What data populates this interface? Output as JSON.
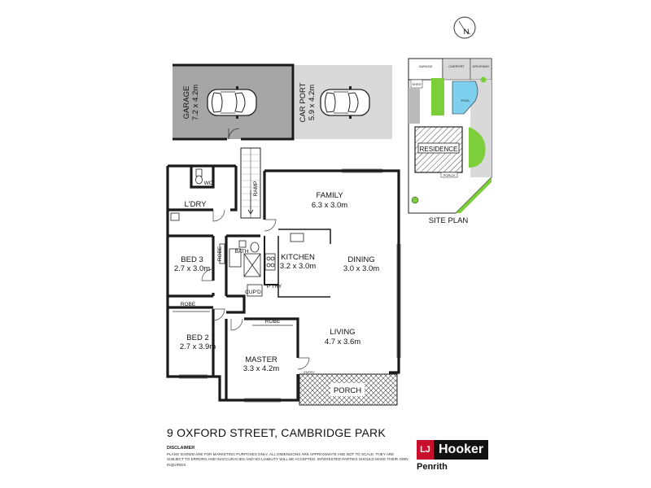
{
  "rooms": {
    "garage": {
      "name": "GARAGE",
      "size": "7.2 x 4.2m"
    },
    "carport": {
      "name": "CAR PORT",
      "size": "5.9 x 4.2m"
    },
    "family": {
      "name": "FAMILY",
      "size": "6.3 x 3.0m"
    },
    "laundry": {
      "name": "L'DRY"
    },
    "wc": {
      "name": "WC"
    },
    "ramp": {
      "name": "RAMP"
    },
    "bed3": {
      "name": "BED 3",
      "size": "2.7 x 3.0m"
    },
    "bath": {
      "name": "BATH"
    },
    "kitchen": {
      "name": "KITCHEN",
      "size": "3.2 x 3.0m"
    },
    "dining": {
      "name": "DINING",
      "size": "3.0 x 3.0m"
    },
    "cupd": {
      "name": "CUP'D"
    },
    "ptry": {
      "name": "P'TRY"
    },
    "robe_bed3": {
      "name": "ROBE"
    },
    "robe_bed2": {
      "name": "ROBE"
    },
    "robe_master": {
      "name": "ROBE"
    },
    "bed2": {
      "name": "BED 2",
      "size": "2.7 x 3.9m"
    },
    "living": {
      "name": "LIVING",
      "size": "4.7 x 3.6m"
    },
    "master": {
      "name": "MASTER",
      "size": "3.3 x 4.2m"
    },
    "entry": {
      "name": "ENTRY"
    },
    "porch": {
      "name": "PORCH"
    }
  },
  "site_plan": {
    "label": "SITE PLAN",
    "residence": "RESIDENCE",
    "garage": "GARAGE",
    "carport": "CARPORT",
    "driveway": "DRIVEWAY",
    "shed": "SHED",
    "pool": "POOL",
    "porch": "PORCH"
  },
  "compass": {
    "label": "N"
  },
  "address": "9 OXFORD STREET, CAMBRIDGE PARK",
  "disclaimer": {
    "title": "DISCLAIMER",
    "text": "PLANS SHOWN ARE FOR MARKETING PURPOSES ONLY, ALL DIMENSIONS ARE APPROXIMATE AND NOT TO SCALE. THEY ARE SUBJECT TO ERRORS AND INACCURACIES AND NO LIABILITY WILL BE ACCEPTED. INTERESTED PARTIES SHOULD MAKE THEIR OWN INQUIRIES"
  },
  "agency": {
    "logo_mark": "LJ",
    "logo_name": "Hooker",
    "branch": "Penrith"
  },
  "colors": {
    "garage": "#a6a6a6",
    "carport": "#d9d9d9",
    "pool": "#7fd0ee",
    "lawn": "#7ccf3a",
    "wall": "#1a1a1a",
    "logo_red": "#c8102e"
  }
}
